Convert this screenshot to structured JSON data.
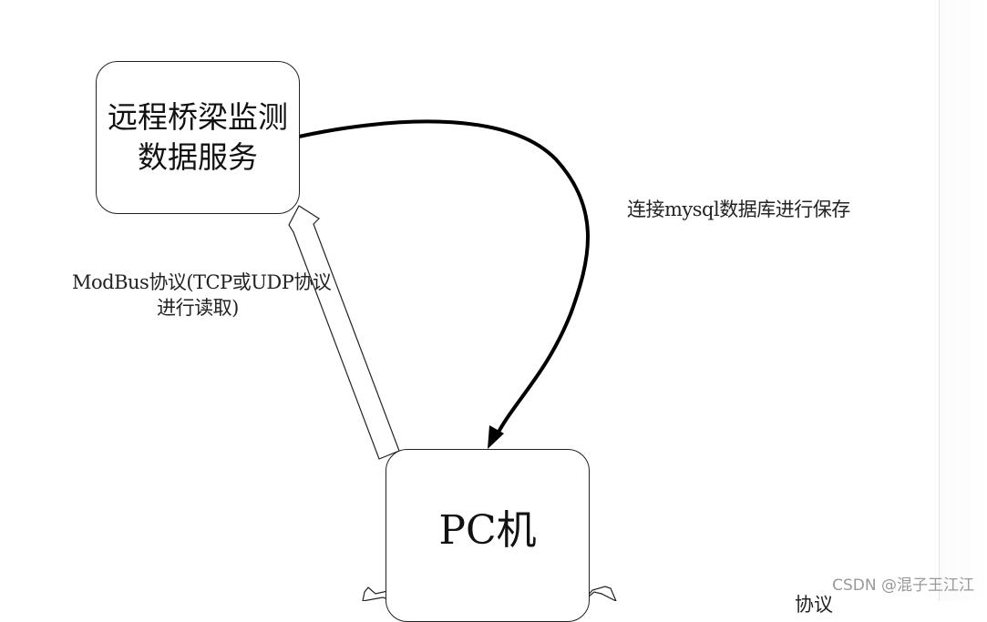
{
  "nodes": {
    "service": {
      "label": "远程桥梁监测数据服务"
    },
    "pc": {
      "label": "PC机"
    }
  },
  "edges": {
    "mysql": {
      "label": "连接mysql数据库进行保存",
      "from": "service",
      "to": "pc"
    },
    "modbus": {
      "label_line1": "ModBus协议(TCP或UDP协议",
      "label_line2": "进行读取)",
      "from": "pc",
      "to": "service"
    }
  },
  "cut_off_text": "协议",
  "watermark": "CSDN @混子王江江"
}
